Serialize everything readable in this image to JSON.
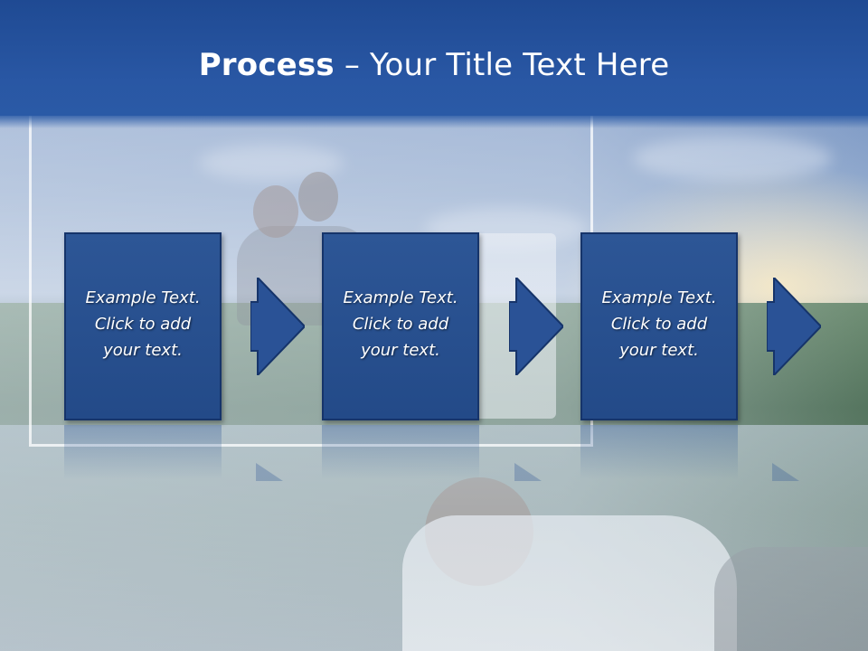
{
  "slide": {
    "title_bold": "Process",
    "title_rest": " – Your Title Text Here"
  },
  "steps": [
    {
      "line1": "Example Text.",
      "line2": "Click  to add",
      "line3": "your text."
    },
    {
      "line1": "Example Text.",
      "line2": "Click  to add",
      "line3": "your text."
    },
    {
      "line1": "Example Text.",
      "line2": "Click  to add",
      "line3": "your text."
    }
  ],
  "colors": {
    "title_bar": "#2957a4",
    "box_fill": "#2d5696",
    "box_border": "#16346a",
    "text": "#ffffff"
  },
  "icons": [
    "arrow-right-icon"
  ]
}
